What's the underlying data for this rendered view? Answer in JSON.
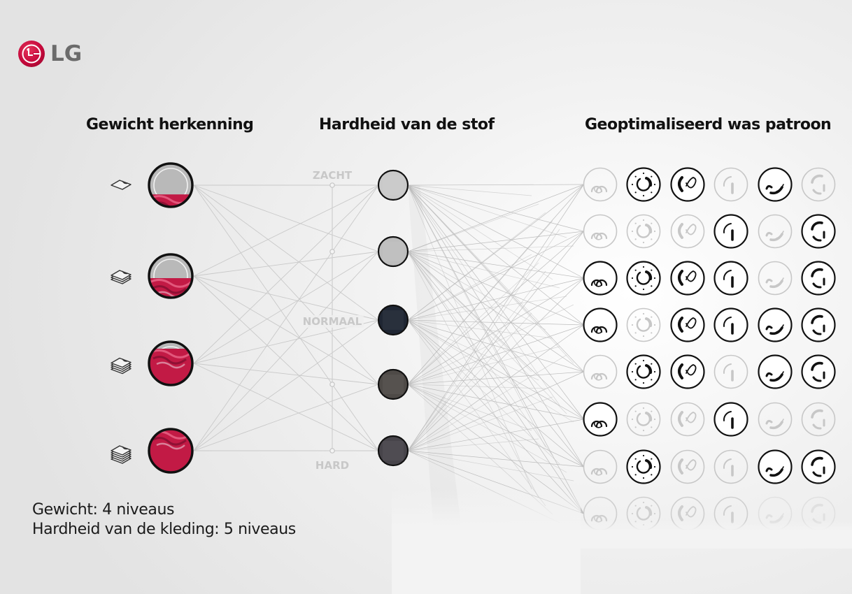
{
  "brand": {
    "name": "LG",
    "logo_color": "#c5093b",
    "text_color": "#6b6b6b"
  },
  "headings": {
    "weight": "Gewicht herkenning",
    "fabric": "Hardheid van de stof",
    "pattern": "Geoptimaliseerd was patroon"
  },
  "scale": {
    "soft": "ZACHT",
    "normal": "NORMAAL",
    "hard": "HARD"
  },
  "weight_levels": [
    {
      "level": 1,
      "icon": "single-shirt-icon",
      "fill": 0.28
    },
    {
      "level": 2,
      "icon": "small-stack-icon",
      "fill": 0.45
    },
    {
      "level": 3,
      "icon": "medium-stack-icon",
      "fill": 0.85
    },
    {
      "level": 4,
      "icon": "large-stack-icon",
      "fill": 1.0
    }
  ],
  "fabric_levels": [
    {
      "level": 1,
      "name": "soft",
      "color": "#c9c9c9"
    },
    {
      "level": 2,
      "name": "soft-medium",
      "color": "#bdbdbd"
    },
    {
      "level": 3,
      "name": "normal",
      "color": "#1f2633"
    },
    {
      "level": 4,
      "name": "medium-hard",
      "color": "#4e4a47"
    },
    {
      "level": 5,
      "name": "hard",
      "color": "#47444a"
    }
  ],
  "pattern_icons": [
    "rolling-icon",
    "tumbling-icon",
    "swing-icon",
    "scrubbing-icon",
    "stepping-icon",
    "rolling-swing-icon"
  ],
  "pattern_grid": [
    [
      0,
      1,
      1,
      0,
      1,
      0
    ],
    [
      0,
      0,
      0,
      1,
      0,
      1
    ],
    [
      1,
      1,
      1,
      1,
      0,
      1
    ],
    [
      1,
      0,
      1,
      1,
      1,
      1
    ],
    [
      0,
      1,
      1,
      0,
      1,
      1
    ],
    [
      1,
      0,
      0,
      1,
      0,
      0
    ],
    [
      0,
      1,
      0,
      0,
      1,
      1
    ],
    [
      0,
      0,
      0,
      0,
      0,
      0
    ]
  ],
  "footer": {
    "line1": "Gewicht: 4 niveaus",
    "line2": "Hardheid van de kleding: 5 niveaus"
  }
}
